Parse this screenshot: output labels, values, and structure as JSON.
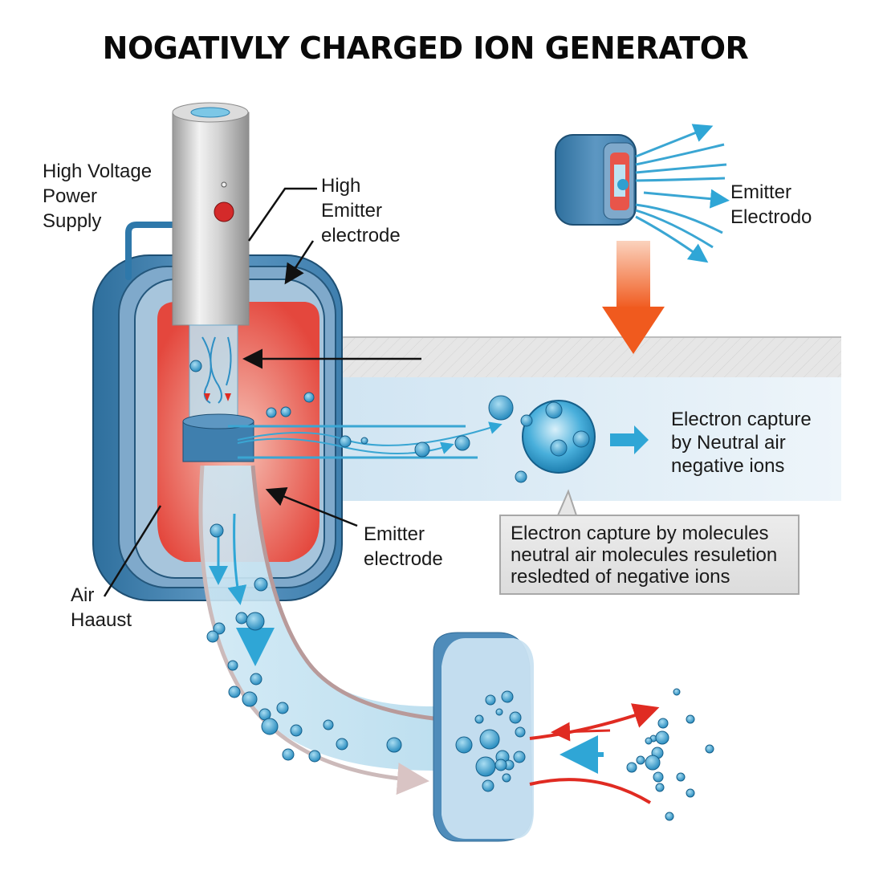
{
  "title": "NOGATIVLY CHARGED ION GENERATOR",
  "labels": {
    "power_supply": "High Voltage\nPower\nSupply",
    "high_emitter": "High\nEmitter\nelectrode",
    "emitter_electrodo": "Emitter\nElectrodo",
    "electron_capture": "Electron capture\nby Neutral air\nnegative ions",
    "emitter_electrode": "Emitter\nelectrode",
    "air_exhaust": "Air\nHaaust"
  },
  "callout": {
    "text": "Electron capture by molecules\nneutral air molecules resuletion\nresledted of negative ions"
  },
  "colors": {
    "housing_blue": "#3f7fae",
    "chamber_red": "#e8554a",
    "ion_blue": "#2f9fd0",
    "arrow_orange": "#f05a1e",
    "flow_red": "#e02b22",
    "cylinder_gray": "#c8c8c8"
  }
}
